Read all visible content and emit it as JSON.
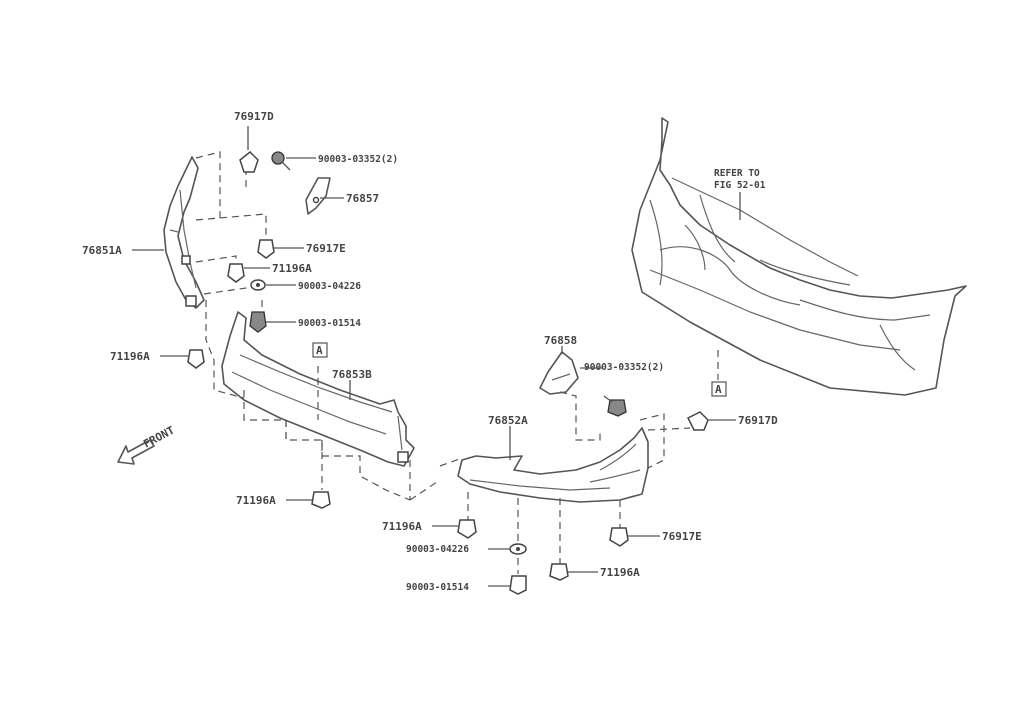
{
  "labels": {
    "p_76917D_top": "76917D",
    "p_90003_03352_a": "90003-03352(2)",
    "p_76857": "76857",
    "p_76851A": "76851A",
    "p_76917E_top": "76917E",
    "p_71196A_top": "71196A",
    "p_90003_04226_top": "90003-04226",
    "p_90003_01514_top": "90003-01514",
    "p_71196A_left": "71196A",
    "p_76853B": "76853B",
    "p_76858": "76858",
    "p_90003_03352_b": "90003-03352(2)",
    "p_76852A": "76852A",
    "p_76917D_right": "76917D",
    "p_76917E_right": "76917E",
    "p_71196A_bottom": "71196A",
    "p_71196A_mid": "71196A",
    "p_90003_04226_bot": "90003-04226",
    "p_90003_01514_bot": "90003-01514",
    "p_71196A_rb": "71196A",
    "refer_line1": "REFER TO",
    "refer_line2": "FIG 52-01",
    "ref_A_1": "A",
    "ref_A_2": "A",
    "front": "FRONT"
  }
}
